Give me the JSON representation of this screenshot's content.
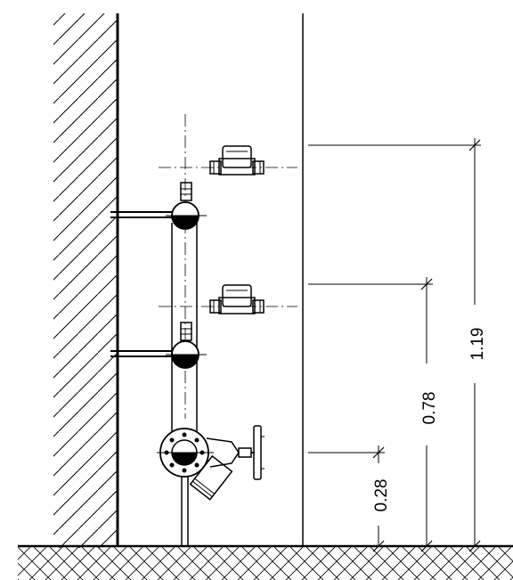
{
  "drawing": {
    "dimensions": [
      {
        "label": "0.28",
        "value_m": 0.28
      },
      {
        "label": "0.78",
        "value_m": 0.78
      },
      {
        "label": "1.19",
        "value_m": 1.19
      }
    ]
  }
}
